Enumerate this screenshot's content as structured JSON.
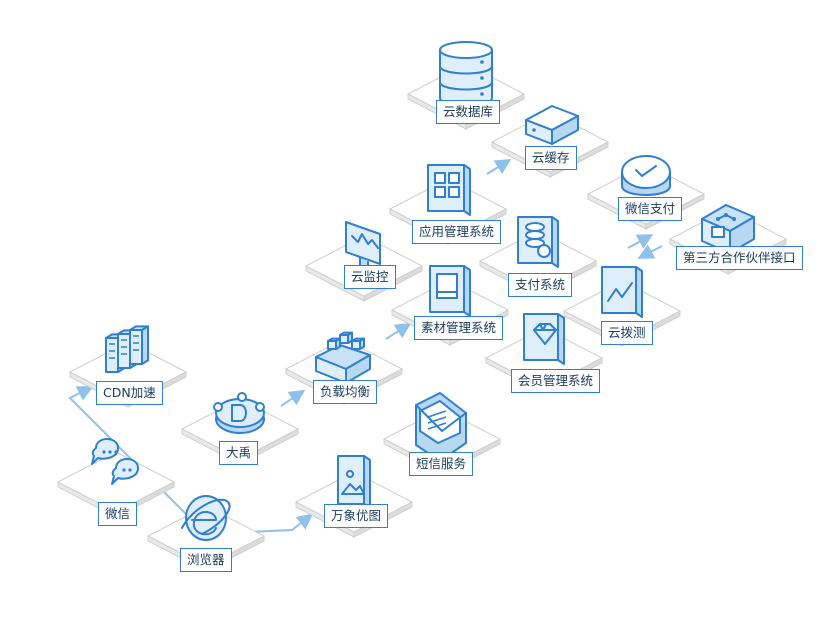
{
  "colors": {
    "stroke": "#2f7fd4",
    "icon_fill": "#dfeefb",
    "icon_face": "#c7e1f6",
    "platform_fill": "#ffffff",
    "platform_edge": "#cfcfcf",
    "label_text": "#1d3c63",
    "arrow": "#90c1ec"
  },
  "nodes": [
    {
      "id": "wechat",
      "label": "微信",
      "icon": "chat-bubbles-icon"
    },
    {
      "id": "browser",
      "label": "浏览器",
      "icon": "browser-icon"
    },
    {
      "id": "cdn",
      "label": "CDN加速",
      "icon": "cdn-servers-icon"
    },
    {
      "id": "dayu",
      "label": "大禹",
      "icon": "shield-icon"
    },
    {
      "id": "wanxiang",
      "label": "万象优图",
      "icon": "image-icon"
    },
    {
      "id": "lb",
      "label": "负载均衡",
      "icon": "load-balancer-icon"
    },
    {
      "id": "sms",
      "label": "短信服务",
      "icon": "envelope-icon"
    },
    {
      "id": "monitor",
      "label": "云监控",
      "icon": "monitor-chart-icon"
    },
    {
      "id": "material",
      "label": "素材管理系统",
      "icon": "material-panel-icon"
    },
    {
      "id": "member",
      "label": "会员管理系统",
      "icon": "diamond-icon"
    },
    {
      "id": "appmgmt",
      "label": "应用管理系统",
      "icon": "app-grid-icon"
    },
    {
      "id": "paysys",
      "label": "支付系统",
      "icon": "payment-stack-icon"
    },
    {
      "id": "dial",
      "label": "云拨测",
      "icon": "dial-test-icon"
    },
    {
      "id": "db",
      "label": "云数据库",
      "icon": "database-icon"
    },
    {
      "id": "cache",
      "label": "云缓存",
      "icon": "cache-box-icon"
    },
    {
      "id": "wxpay",
      "label": "微信支付",
      "icon": "wechat-pay-icon"
    },
    {
      "id": "partner",
      "label": "第三方合作伙伴接口",
      "icon": "partner-interface-icon"
    }
  ],
  "edges": [
    {
      "from": "browser",
      "to": "wanxiang"
    },
    {
      "from": "browser",
      "to": "cdn"
    },
    {
      "from": "dayu",
      "to": "lb"
    },
    {
      "from": "lb",
      "to": "material"
    },
    {
      "from": "appmgmt",
      "to": "cache"
    },
    {
      "from": "wxpay",
      "to": "partner",
      "bidirectional": true
    }
  ]
}
